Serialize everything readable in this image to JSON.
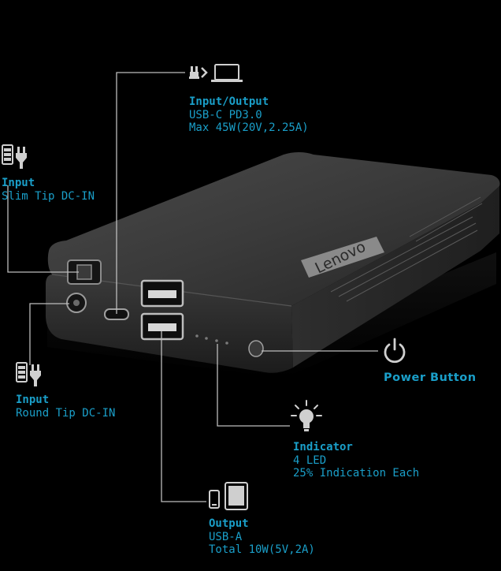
{
  "brand": {
    "logo_text": "Lenovo"
  },
  "colors": {
    "background": "#000000",
    "label": "#1a9fc9",
    "leader_line": "#bdbdbd",
    "device_body": "#2b2b2b"
  },
  "callouts": {
    "input_output": {
      "icon": "plug-and-laptop-icon",
      "title": "Input/Output",
      "lines": [
        "USB-C PD3.0",
        "Max 45W(20V,2.25A)"
      ]
    },
    "slim_tip": {
      "icon": "battery-plug-icon",
      "title": "Input",
      "lines": [
        "Slim Tip DC-IN"
      ]
    },
    "round_tip": {
      "icon": "battery-plug-icon",
      "title": "Input",
      "lines": [
        "Round Tip DC-IN"
      ]
    },
    "power": {
      "icon": "power-icon",
      "title": "Power Button"
    },
    "indicator": {
      "icon": "lightbulb-icon",
      "title": "Indicator",
      "lines": [
        "4 LED",
        "25% Indication Each"
      ]
    },
    "output": {
      "icon": "phone-and-tablet-icon",
      "title": "Output",
      "lines": [
        "USB-A",
        "Total 10W(5V,2A)"
      ]
    }
  }
}
